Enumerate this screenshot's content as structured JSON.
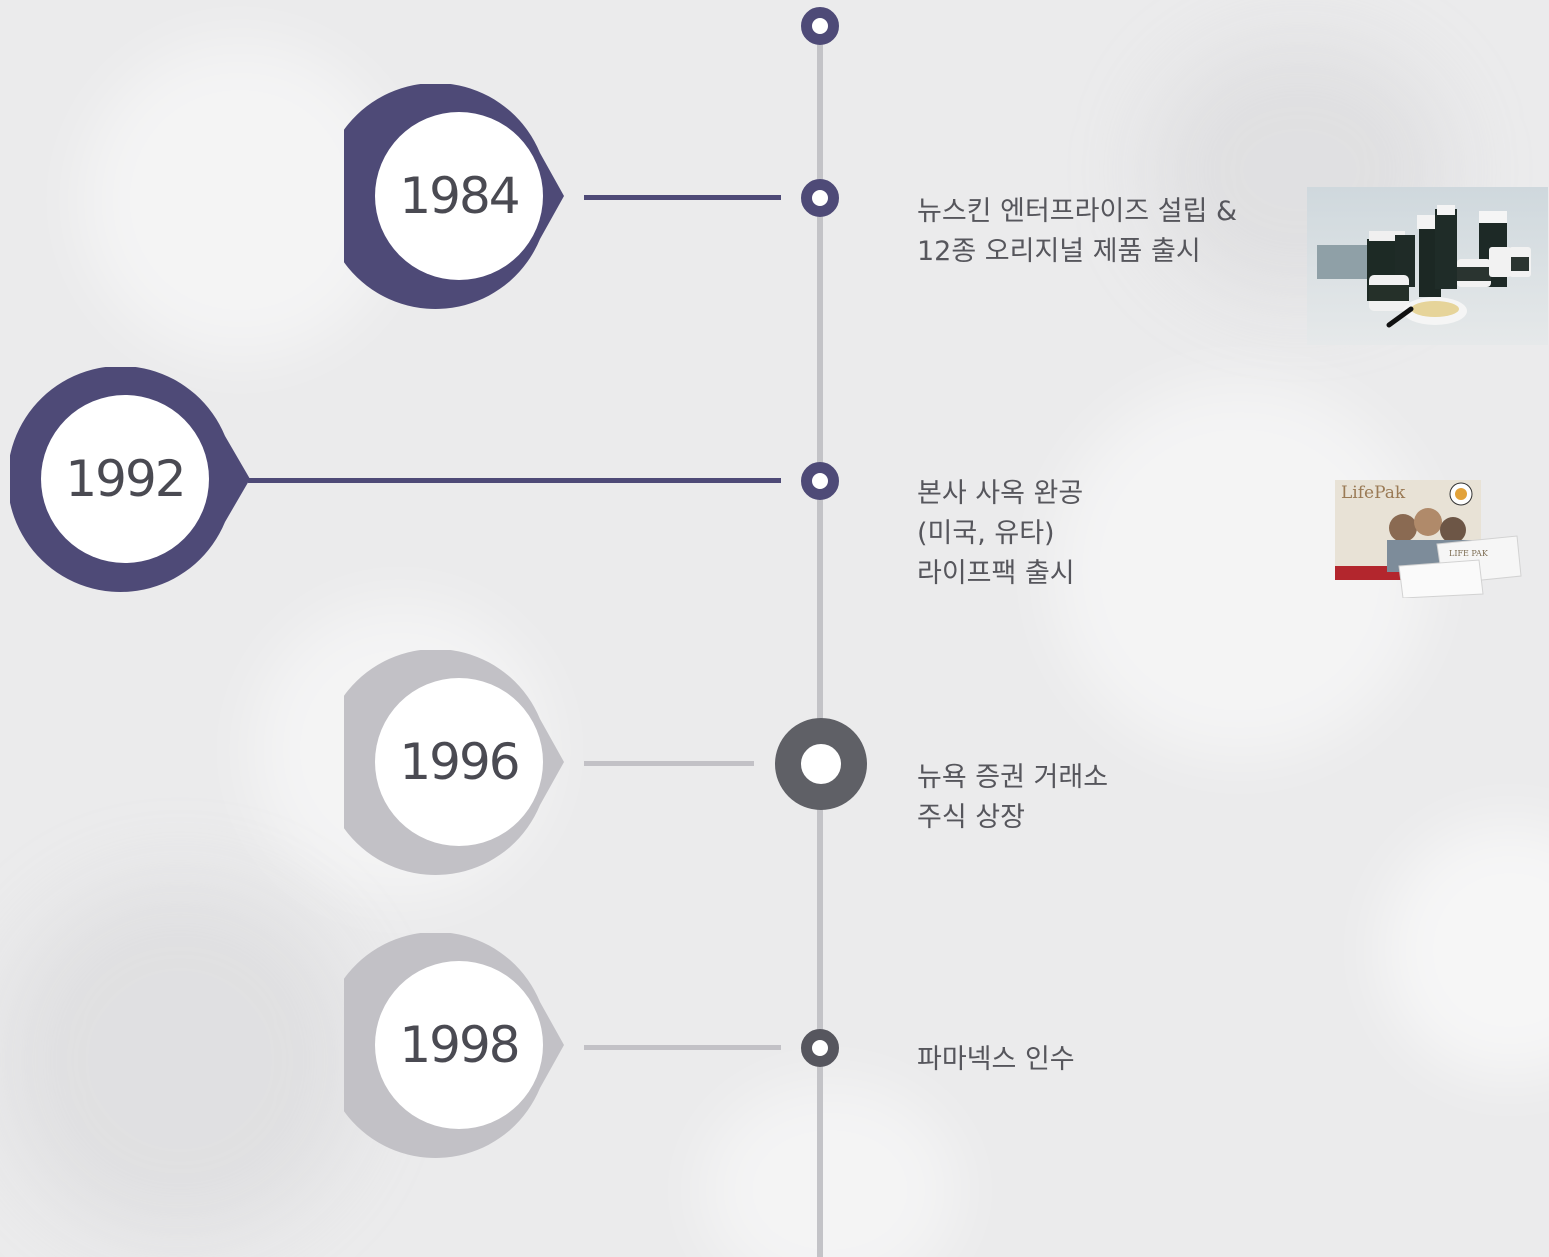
{
  "theme": {
    "accent_purple": "#4e4a77",
    "accent_grey": "#c2c1c6",
    "axis": "#c3c3c7",
    "text": "#56565c"
  },
  "timeline": [
    {
      "year": "1984",
      "state": "past",
      "lines": [
        "뉴스킨 엔터프라이즈 설립 &",
        "12종 오리지널 제품 출시"
      ],
      "image_icon": "skincare-products-photo"
    },
    {
      "year": "1992",
      "state": "past",
      "lines": [
        "본사 사옥 완공",
        "(미국, 유타)",
        "라이프팩 출시"
      ],
      "image_icon": "lifepak-photo",
      "image_text": [
        "LifePak",
        "LIFE PAK"
      ]
    },
    {
      "year": "1996",
      "state": "current",
      "lines": [
        "뉴욕 증권 거래소",
        "주식 상장"
      ]
    },
    {
      "year": "1998",
      "state": "future",
      "lines": [
        "파마넥스 인수"
      ]
    }
  ]
}
